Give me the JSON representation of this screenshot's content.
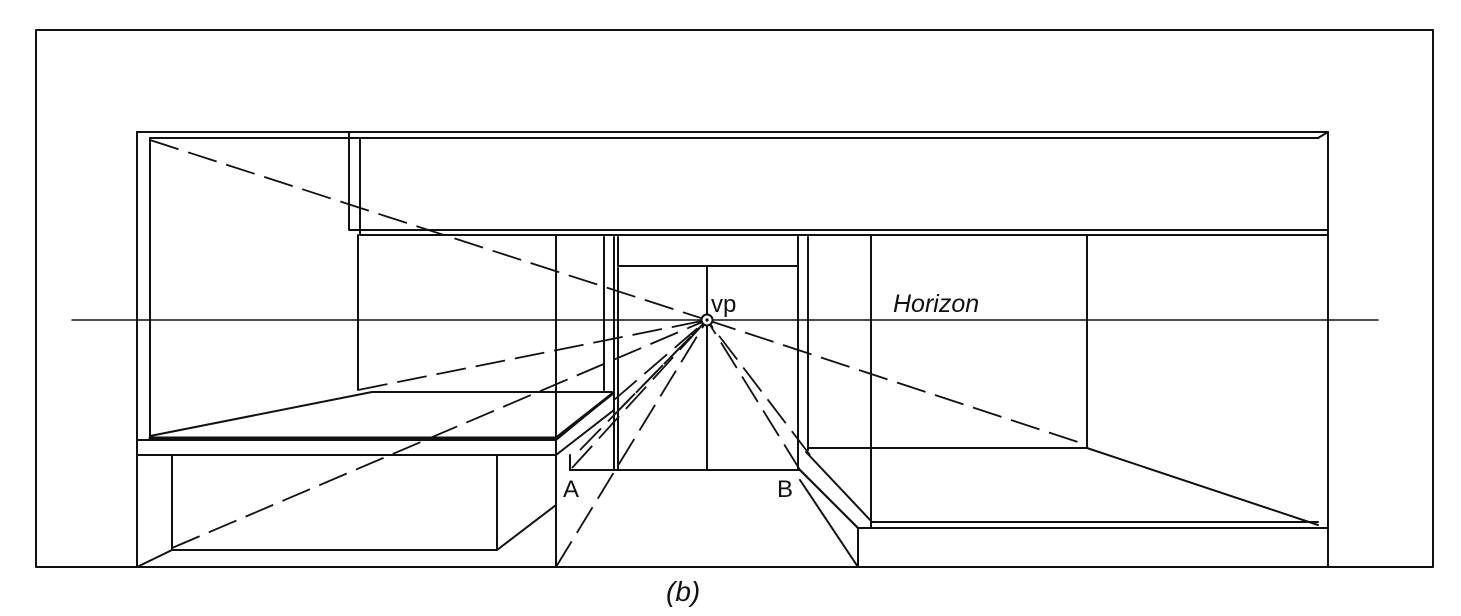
{
  "labels": {
    "vanishing_point": "vp",
    "horizon": "Horizon",
    "point_a": "A",
    "point_b": "B",
    "caption": "(b)"
  }
}
